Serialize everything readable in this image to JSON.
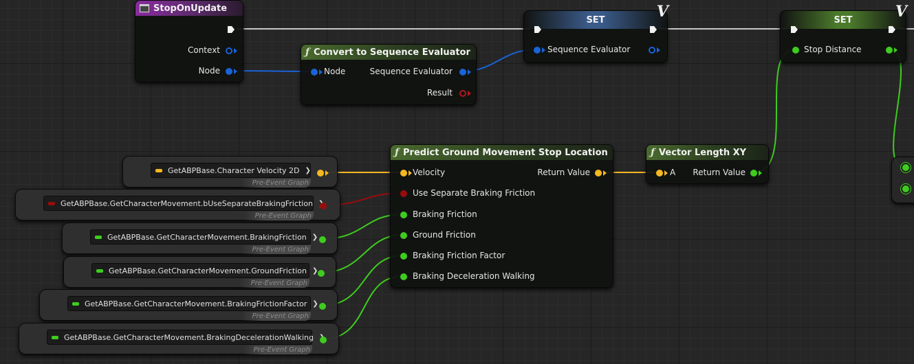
{
  "nodes": {
    "stop_on_update": {
      "title": "StopOnUpdate",
      "context_label": "Context",
      "node_label": "Node"
    },
    "convert": {
      "title": "Convert to Sequence Evaluator",
      "node_label": "Node",
      "seq_label": "Sequence Evaluator",
      "result_label": "Result"
    },
    "set1": {
      "title": "SET",
      "input_label": "Sequence Evaluator"
    },
    "set2": {
      "title": "SET",
      "input_label": "Stop Distance"
    },
    "predict": {
      "title": "Predict Ground Movement Stop Location",
      "return_label": "Return Value",
      "inputs": [
        "Velocity",
        "Use Separate Braking Friction",
        "Braking Friction",
        "Ground Friction",
        "Braking Friction Factor",
        "Braking Deceleration Walking"
      ]
    },
    "vector_length": {
      "title": "Vector Length XY",
      "a_label": "A",
      "return_label": "Return Value"
    }
  },
  "getters": [
    {
      "label": "GetABPBase.Character Velocity 2D",
      "type_color": "#f5b820"
    },
    {
      "label": "GetABPBase.GetCharacterMovement.bUseSeparateBrakingFriction",
      "type_color": "#9a0c0c"
    },
    {
      "label": "GetABPBase.GetCharacterMovement.BrakingFriction",
      "type_color": "#3ecd1e"
    },
    {
      "label": "GetABPBase.GetCharacterMovement.GroundFriction",
      "type_color": "#3ecd1e"
    },
    {
      "label": "GetABPBase.GetCharacterMovement.BrakingFrictionFactor",
      "type_color": "#3ecd1e"
    },
    {
      "label": "GetABPBase.GetCharacterMovement.BrakingDecelerationWalking",
      "type_color": "#3ecd1e"
    }
  ],
  "pre_event_label": "Pre-Event Graph",
  "set_badge": "V",
  "colors": {
    "exec": "#f2f2f2",
    "object": "#1a63d8",
    "bool": "#9a0c0c",
    "vector": "#f5b820",
    "float": "#3ecd1e"
  }
}
